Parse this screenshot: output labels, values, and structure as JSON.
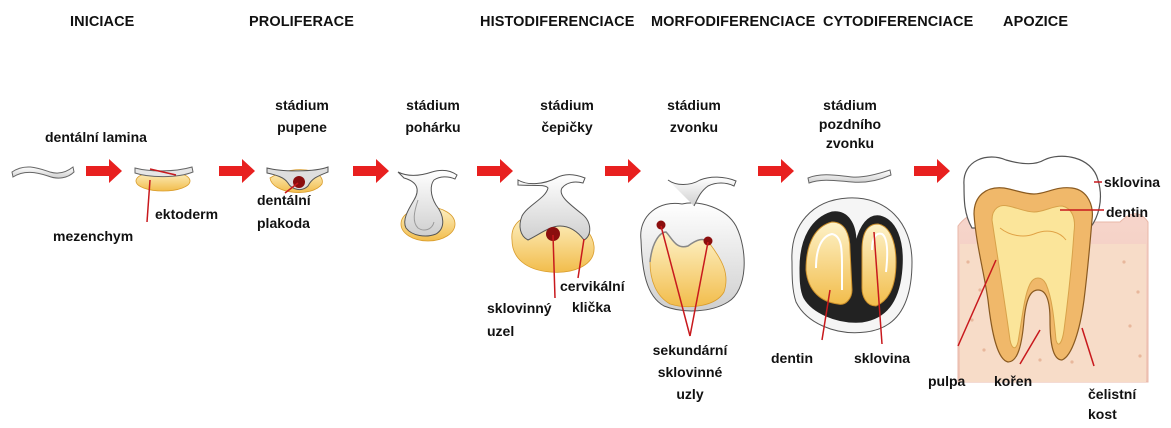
{
  "phases": [
    "INICIACE",
    "PROLIFERACE",
    "HISTODIFERENCIACE",
    "MORFODIFERENCIACE",
    "CYTODIFERENCIACE",
    "APOZICE"
  ],
  "stages": {
    "lamina": "dentální lamina",
    "bud": [
      "stádium",
      "pupene"
    ],
    "cap": [
      "stádium",
      "pohárku"
    ],
    "cap2": [
      "stádium",
      "čepičky"
    ],
    "bell": [
      "stádium",
      "zvonku"
    ],
    "late_bell": [
      "stádium",
      "pozdního",
      "zvonku"
    ]
  },
  "labels": {
    "mezenchym": "mezenchym",
    "ektoderm": "ektoderm",
    "placode": [
      "dentální",
      "plakoda"
    ],
    "enamel_knot": [
      "sklovinný",
      "uzel"
    ],
    "cervical_loop": [
      "cervikální",
      "klička"
    ],
    "secondary_knots": [
      "sekundární",
      "sklovinné",
      "uzly"
    ],
    "dentin_bell": "dentin",
    "enamel_bell": "sklovina",
    "enamel_tooth": "sklovina",
    "dentin_tooth": "dentin",
    "pulp": "pulpa",
    "root": "kořen",
    "jaw_bone": [
      "čelistní",
      "kost"
    ]
  },
  "colors": {
    "arrow": "#e8201f",
    "leader": "#c8191d",
    "mesenchyme": "#f3c25a",
    "mesenchyme_light": "#fbe7a8",
    "epithelium": "#d9d9d9",
    "knot": "#8b0e0e",
    "gum": "#f4cfc2",
    "bone": "#f7dcc8"
  }
}
